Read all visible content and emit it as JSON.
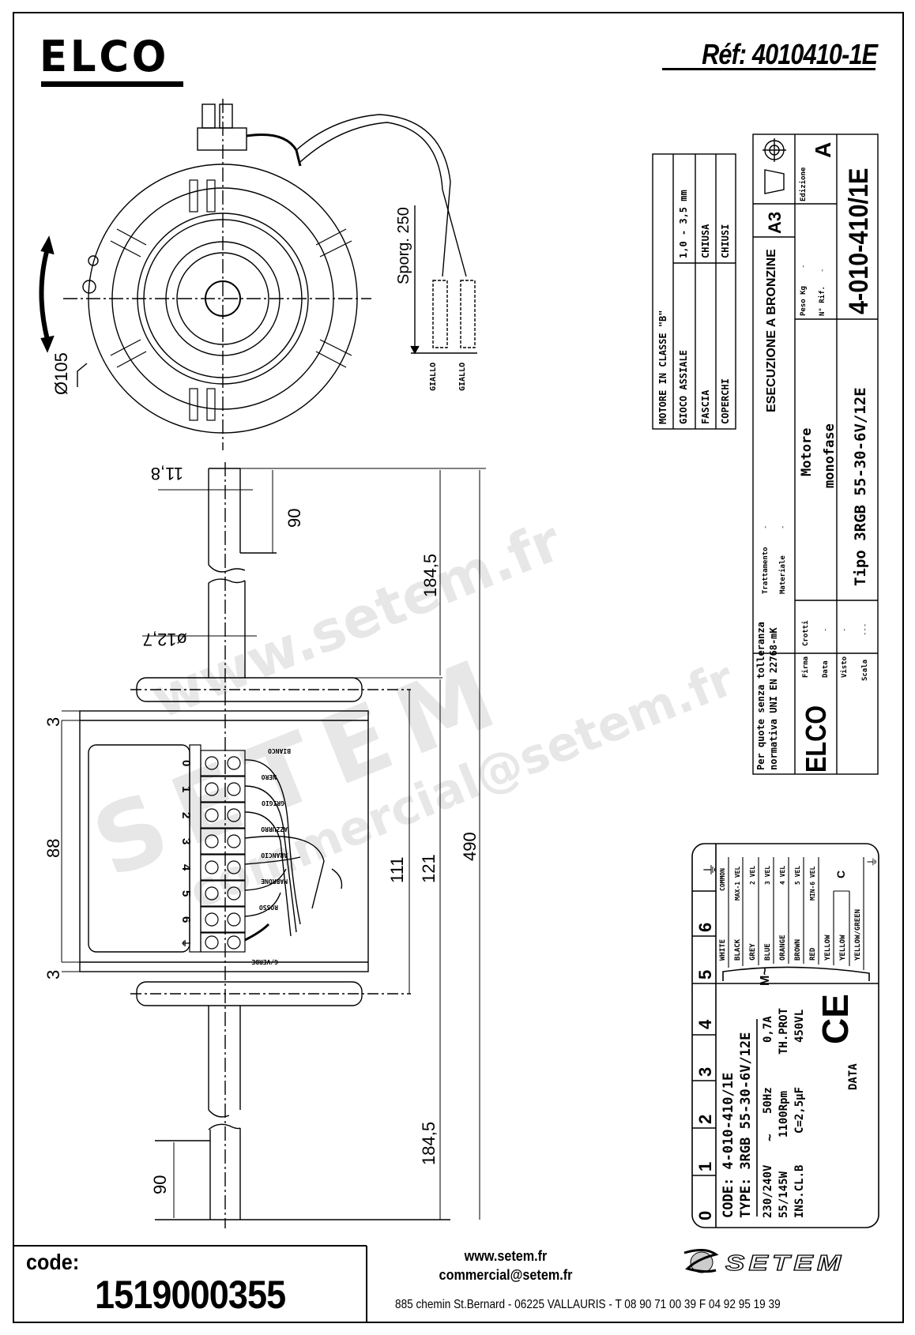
{
  "header": {
    "brand": "ELCO",
    "reference": "Réf: 4010410-1E"
  },
  "end_view": {
    "diameter_label": "Ø105",
    "lead_length_label": "Sporg. 250",
    "lead_colors": [
      "GIALLO",
      "GIALLO"
    ]
  },
  "side_view": {
    "shaft_flat_label": "11,8",
    "shaft_flat_length_top": "90",
    "shaft_diameter_label": "ø12,7",
    "shaft_length_top": "184,5",
    "body_top_margin": "3",
    "body_height": "88",
    "body_bottom_margin": "3",
    "mount_height_111": "111",
    "mount_height_121": "121",
    "total_length": "490",
    "shaft_length_bottom": "184,5",
    "shaft_flat_length_bottom": "90",
    "terminal_numbers": [
      "0",
      "1",
      "2",
      "3",
      "4",
      "5",
      "6",
      "⏚"
    ],
    "terminal_wires": [
      "BIANCO",
      "NERO",
      "GRIGIO",
      "AZZURRO",
      "ARANCIO",
      "MARRONE",
      "ROSSO",
      "G/VERDE"
    ]
  },
  "spec_table": {
    "title": "MOTORE IN CLASSE \"B\"",
    "rows": [
      {
        "label": "GIOCO ASSIALE",
        "value": "1,0 - 3,5 mm"
      },
      {
        "label": "FASCIA",
        "value": "CHIUSA"
      },
      {
        "label": "COPERCHI",
        "value": "CHIUSI"
      }
    ]
  },
  "title_block": {
    "format": "A3",
    "execution": "ESECUZIONE A BRONZINE",
    "edition_label": "Edizione",
    "edition": "A",
    "weight_label": "Peso Kg",
    "weight_value": "-",
    "ref_label": "N° Rif.",
    "ref_value": "-",
    "drawing_number": "4-010-410/1E",
    "treatment_label": "Trattamento",
    "treatment_value": "-",
    "material_label": "Materiale",
    "material_value": "-",
    "description_line1": "Motore",
    "description_line2": "monofase",
    "description_line3": "Tipo 3RGB 55-30-6V/12E",
    "tolerance_line1": "Per quote senza tolleranza",
    "tolerance_line2": "normativa UNI EN 22768-mK",
    "signature_label": "Firma",
    "signature_value": "Crotti",
    "date_label": "Data",
    "date_value": "-",
    "checked_label": "Visto",
    "checked_value": "-",
    "scale_label": "Scala",
    "scale_value": "---",
    "brand": "ELCO"
  },
  "nameplate": {
    "position_numbers": [
      "0",
      "1",
      "2",
      "3",
      "4",
      "5",
      "6"
    ],
    "code_line": "CODE: 4-010-410/1E",
    "type_line": "TYPE: 3RGB 55-30-6V/12E",
    "voltage": "230/240V",
    "ac_symbol": "~",
    "frequency": "50Hz",
    "current": "0,7A",
    "power": "55/145W",
    "speed": "1100Rpm",
    "thermal": "TH.PROT",
    "insulation": "INS.CL.B",
    "capacitor": "C=2,5µF",
    "cap_voltage": "450VL",
    "ce_mark": "CE",
    "data_label": "DATA",
    "motor_symbol": "M~",
    "wires": [
      {
        "color": "WHITE",
        "function": "COMMON"
      },
      {
        "color": "BLACK",
        "function": "MAX-1 VEL"
      },
      {
        "color": "GREY",
        "function": "2 VEL"
      },
      {
        "color": "BLUE",
        "function": "3 VEL"
      },
      {
        "color": "ORANGE",
        "function": "4 VEL"
      },
      {
        "color": "BROWN",
        "function": "5 VEL"
      },
      {
        "color": "RED",
        "function": "MIN-6 VEL"
      },
      {
        "color": "YELLOW",
        "function": ""
      },
      {
        "color": "YELLOW",
        "function": ""
      },
      {
        "color": "YELLOW/GREEN",
        "function": ""
      }
    ],
    "capacitor_symbol": "C"
  },
  "watermark": {
    "url": "www.setem.fr",
    "brand": "SETEM",
    "email": "commercial@setem.fr"
  },
  "footer": {
    "code_label": "code:",
    "code_value": "1519000355",
    "website": "www.setem.fr",
    "email": "commercial@setem.fr",
    "address": "885 chemin St.Bernard  -  06225 VALLAURIS  -  T 08 90 71 00 39   F 04 92 95 19 39",
    "logo_text": "SETEM"
  }
}
